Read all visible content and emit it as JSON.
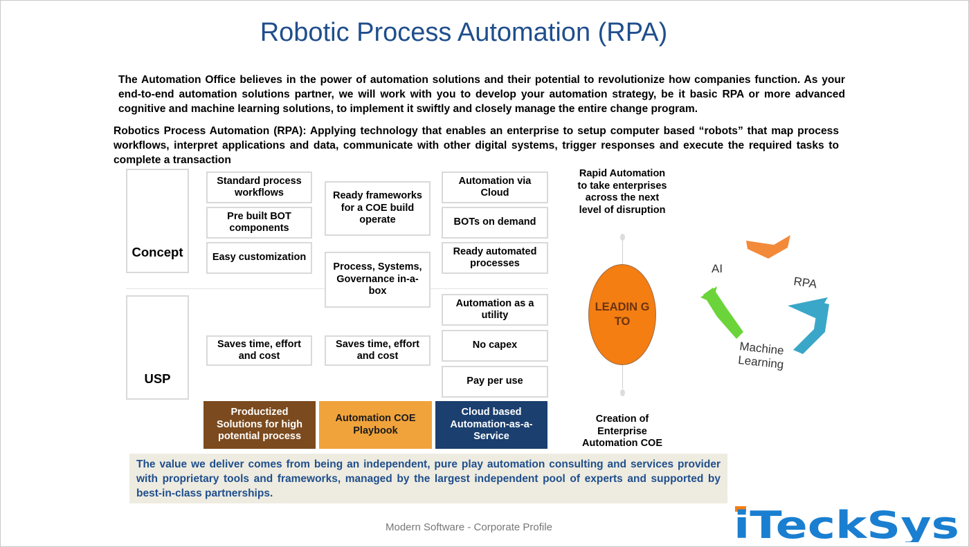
{
  "title": "Robotic Process Automation (RPA)",
  "intro": "The Automation Office believes in the power of automation solutions and their potential to revolutionize how companies function. As your end-to-end automation solutions partner, we will work with you to develop your automation strategy, be it basic RPA or more advanced cognitive and machine learning solutions, to implement it swiftly and closely manage the entire change program.",
  "definition": "Robotics Process Automation (RPA): Applying technology that enables an enterprise to setup computer based “robots” that map process workflows, interpret applications and data, communicate with other digital systems, trigger responses and execute the required tasks to complete a transaction",
  "rows": {
    "concept": "Concept",
    "usp": "USP"
  },
  "col1": {
    "concept": [
      "Standard process workflows",
      "Pre built BOT components",
      "Easy customization"
    ],
    "usp": [
      "Saves time, effort and cost"
    ]
  },
  "col2": {
    "concept": [
      "Ready frameworks for a COE build operate",
      "Process, Systems, Governance in-a-box"
    ],
    "usp": [
      "Saves time, effort and cost"
    ]
  },
  "col3": {
    "concept": [
      "Automation via Cloud",
      "BOTs on demand",
      "Ready automated processes"
    ],
    "usp": [
      "Automation as a utility",
      "No capex",
      "Pay per use"
    ]
  },
  "pillars": [
    {
      "label": "Productized Solutions for high potential process",
      "color": "#7b4a1e"
    },
    {
      "label": "Automation COE Playbook",
      "color": "#f0a33b"
    },
    {
      "label": "Cloud based Automation-as-a-Service",
      "color": "#1b3f6e"
    }
  ],
  "side": {
    "top": "Rapid Automation to take enterprises across the next level of disruption",
    "oval": "LEADIN G TO",
    "bottom": "Creation of Enterprise Automation COE"
  },
  "cycle": {
    "labels": [
      "AI",
      "RPA",
      "Machine Learning"
    ],
    "colors": [
      "#f28a3a",
      "#3aa7c8",
      "#6bd43a"
    ]
  },
  "value": "The value we deliver comes from being an independent, pure play automation consulting and services provider with proprietary tools and frameworks, managed by the largest independent pool of experts and supported by best-in-class partnerships.",
  "footer": "Modern Software - Corporate Profile",
  "logo": {
    "text": "iTeckSys",
    "accent": "#f47e12",
    "main": "#1a7fd0"
  }
}
